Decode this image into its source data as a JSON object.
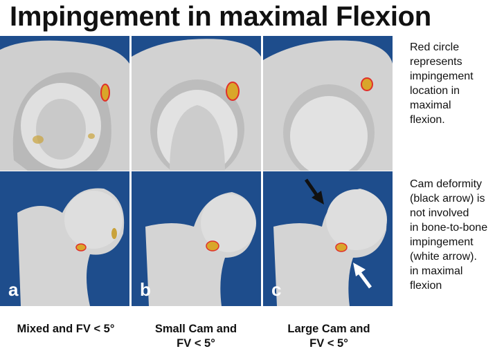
{
  "title": "Impingement in maximal Flexion",
  "panels": [
    {
      "letter": "a",
      "caption_line1": "Mixed and FV < 5°",
      "caption_line2": ""
    },
    {
      "letter": "b",
      "caption_line1": "Small Cam and",
      "caption_line2": "FV < 5°"
    },
    {
      "letter": "c",
      "caption_line1": "Large Cam and",
      "caption_line2": "FV < 5°"
    }
  ],
  "notes": {
    "top": [
      "Red circle",
      "represents",
      "impingement",
      "location in",
      "maximal",
      "flexion."
    ],
    "bottom": [
      "Cam deformity",
      "(black arrow) is",
      "not involved",
      "in bone-to-bone",
      "impingement",
      "(white arrow).",
      "in maximal",
      "flexion"
    ]
  },
  "colors": {
    "panel_background": "#1e4d8c",
    "bone": "#d6d6d6",
    "impingement_marker": "#e0302a",
    "contact_area": "#d9a62a"
  },
  "icons": {
    "cam_arrow": "black-arrow-icon",
    "impingement_arrow": "white-arrow-icon"
  }
}
